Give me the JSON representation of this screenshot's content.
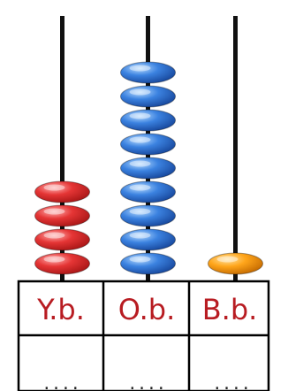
{
  "columns": [
    {
      "key": "yb",
      "label": "Y.b.",
      "bead_count": 4,
      "bead_color": "#e53535",
      "answer": "...."
    },
    {
      "key": "ob",
      "label": "O.b.",
      "bead_count": 9,
      "bead_color": "#3b82e0",
      "answer": "...."
    },
    {
      "key": "bb",
      "label": "B.b.",
      "bead_count": 1,
      "bead_color": "#ffa51a",
      "answer": "...."
    }
  ],
  "colors": {
    "label_text": "#b81c22",
    "rod": "#111111",
    "grid": "#000000",
    "background": "#ffffff"
  }
}
